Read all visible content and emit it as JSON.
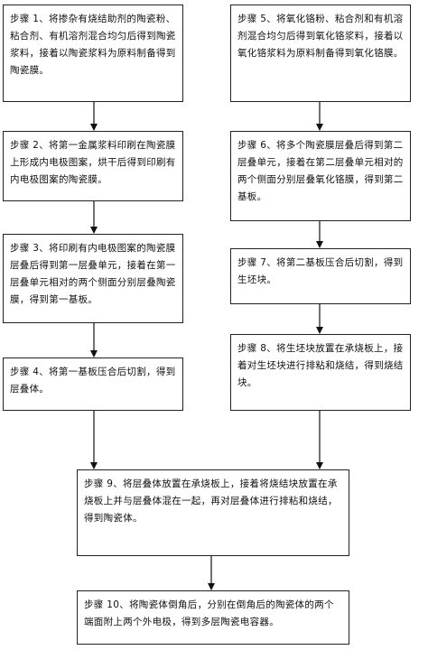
{
  "steps": {
    "s1": "步骤 1、将掺杂有烧结助剂的陶瓷粉、粘合剂、有机溶剂混合均匀后得到陶瓷浆料，接着以陶瓷浆料为原料制备得到陶瓷膜。",
    "s2": "步骤 2、将第一金属浆料印刷在陶瓷膜上形成内电极图案，烘干后得到印刷有内电极图案的陶瓷膜。",
    "s3": "步骤 3、将印刷有内电极图案的陶瓷膜层叠后得到第一层叠单元，接着在第一层叠单元相对的两个侧面分别层叠陶瓷膜，得到第一基板。",
    "s4": "步骤 4、将第一基板压合后切割，得到层叠体。",
    "s5": "步骤 5、将氧化铬粉、粘合剂和有机溶剂混合均匀后得到氧化铬浆料，接着以氧化铬浆料为原料制备得到氧化铬膜。",
    "s6": "步骤 6、将多个陶瓷膜层叠后得到第二层叠单元，接着在第二层叠单元相对的两个侧面分别层叠氧化铬膜，得到第二基板。",
    "s7": "步骤 7、将第二基板压合后切割，得到生坯块。",
    "s8": "步骤 8、将生坯块放置在承烧板上，接着对生坯块进行排粘和烧结，得到烧结块。",
    "s9": "步骤 9、将层叠体放置在承烧板上，接着将烧结块放置在承烧板上并与层叠体混在一起，再对层叠体进行排粘和烧结，得到陶瓷体。",
    "s10": "步骤 10、将陶瓷体倒角后，分别在倒角后的陶瓷体的两个端面附上两个外电极，得到多层陶瓷电容器。"
  }
}
